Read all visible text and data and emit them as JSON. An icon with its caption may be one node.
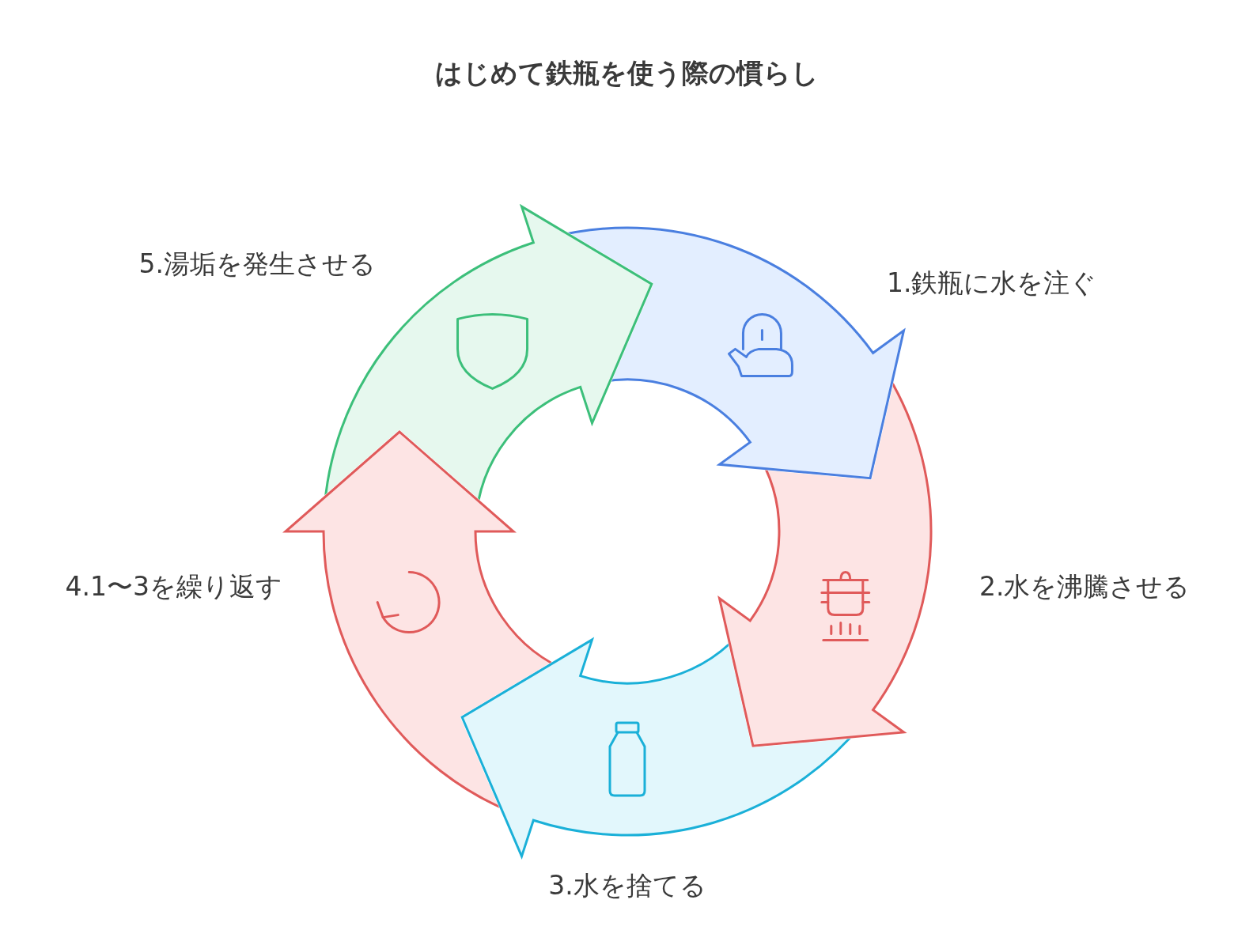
{
  "diagram": {
    "title": "はじめて鉄瓶を使う際の慣らし",
    "nodes": [
      {
        "text": [
          "1.鉄瓶に水を注ぐ"
        ]
      },
      {
        "text": [
          "2.水を沸騰させる"
        ]
      },
      {
        "text": [
          "3.水を捨てる"
        ]
      },
      {
        "text": [
          "4.1〜3を繰り返す"
        ]
      },
      {
        "text": [
          "5.湯垢を発生させる"
        ]
      }
    ]
  }
}
